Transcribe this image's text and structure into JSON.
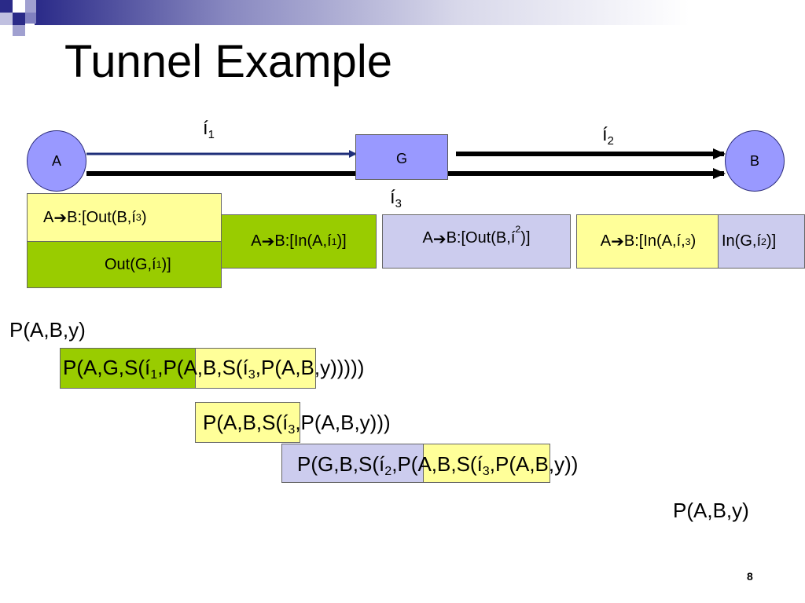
{
  "slide": {
    "title": "Tunnel Example",
    "page_number": "8"
  },
  "colors": {
    "node": "#9999ff",
    "green": "#99cc00",
    "yellow": "#ffff99",
    "lavender": "#ccccee",
    "arrow_blue": "#1f2f7a"
  },
  "nodes": {
    "a": "A",
    "g": "G",
    "b": "B"
  },
  "links": {
    "l1": {
      "base": "í",
      "sub": "1"
    },
    "l2": {
      "base": "í",
      "sub": "2"
    },
    "l3": {
      "base": "í",
      "sub": "3"
    }
  },
  "packets": {
    "p1_top": {
      "pre": "A",
      "mid": "B:[Out(B,í",
      "sub": "3",
      "post": ")"
    },
    "p1_bottom": {
      "pre": "Out(G,í",
      "sub": "1",
      "post": ")]"
    },
    "p2": {
      "pre": "A",
      "mid": "B:[In(A,í",
      "sub": "1",
      "post": ")]"
    },
    "p3": {
      "pre": "A",
      "mid": "B:[Out(B,í",
      "sub": "2",
      "post": ")]"
    },
    "p4_left": {
      "pre": "A",
      "mid": "B:[In(A,í,",
      "sub": "3",
      "post": ")"
    },
    "p4_right": {
      "pre": "In(G,í",
      "sub": "2",
      "post": ")]"
    }
  },
  "expressions": {
    "e1": "P(A,B,y)",
    "e2": {
      "a": "P(A,G,S(í",
      "a_sub": "1",
      "b": ",P(A,B,S(í",
      "b_sub": "3",
      "c": ",P(A,B,y)))))"
    },
    "e3": {
      "a": "P(A,B,S(í",
      "a_sub": "3",
      "b": ",P(A,B,y)))"
    },
    "e4": {
      "a": "P(G,B,S(í",
      "a_sub": "2",
      "b": ",P(A,B,S(í",
      "b_sub": "3",
      "c": ",P(A,B,y))"
    },
    "e5": "P(A,B,y)"
  }
}
